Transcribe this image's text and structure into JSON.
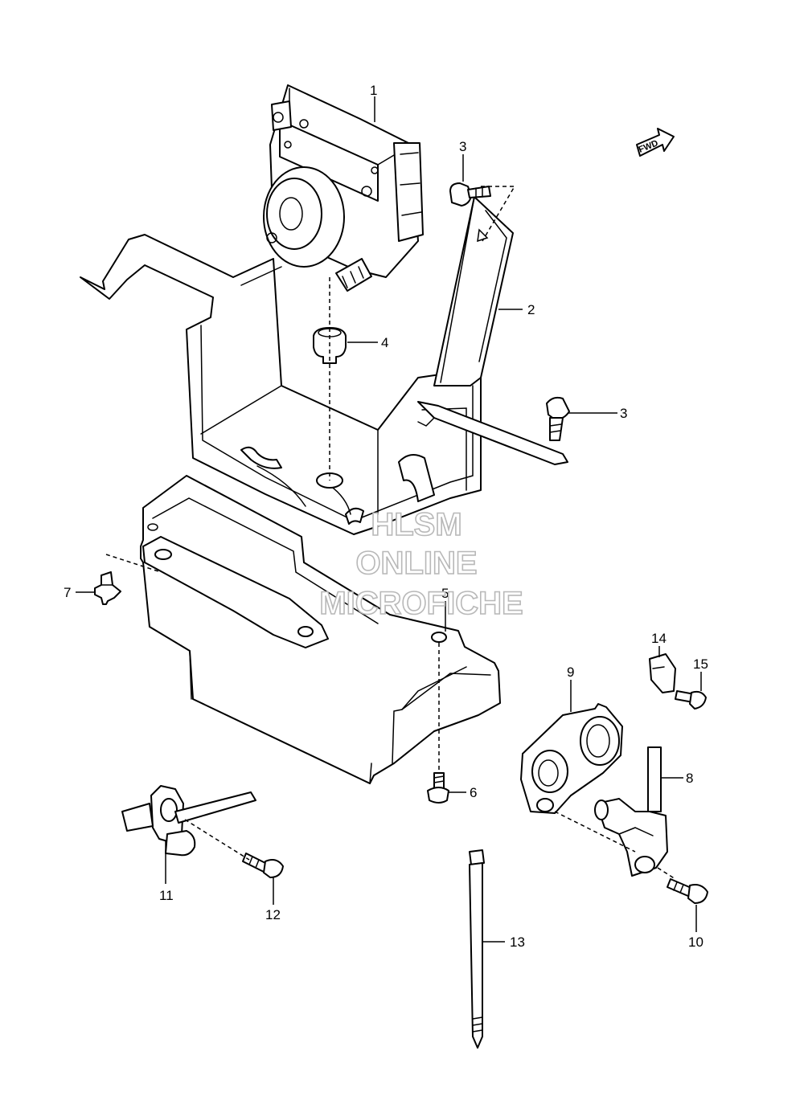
{
  "watermark": {
    "line1": "HLSM",
    "line2": "ONLINE",
    "line3": "MICROFICHE"
  },
  "direction_badge": "FWD",
  "callouts": [
    "1",
    "2",
    "3",
    "3",
    "4",
    "5",
    "6",
    "7",
    "8",
    "9",
    "10",
    "11",
    "12",
    "13",
    "14",
    "15"
  ],
  "colors": {
    "line": "#000000",
    "background": "#ffffff",
    "watermark_outline": "#b8b8b8"
  }
}
